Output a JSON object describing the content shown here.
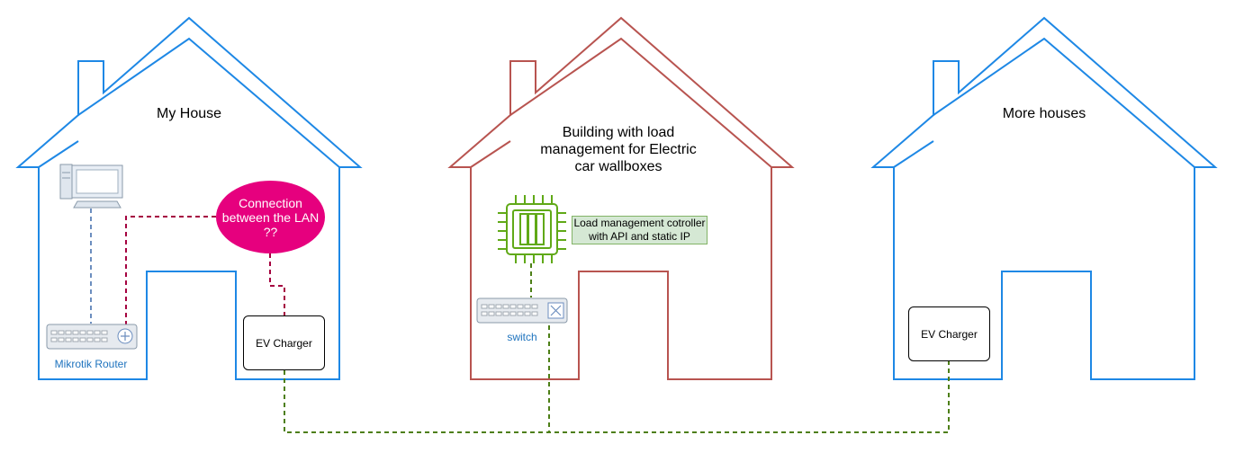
{
  "houses": {
    "left": {
      "title": "My House",
      "color": "#1e88e5"
    },
    "middle": {
      "title_lines": [
        "Building with load",
        "management for Electric",
        "car wallboxes"
      ],
      "color": "#b85450"
    },
    "right": {
      "title": "More houses",
      "color": "#1e88e5"
    }
  },
  "devices": {
    "router_label": "Mikrotik Router",
    "switch_label": "switch",
    "ev_charger_left": "EV Charger",
    "ev_charger_right": "EV Charger",
    "pc_icon": "desktop-computer-icon",
    "controller_icon": "processor-chip-icon"
  },
  "cloud": {
    "lines": [
      "Connection",
      "between the LAN",
      "??"
    ],
    "color": "#e6007e"
  },
  "note": {
    "lines": [
      "Load management cotroller",
      "with API and static IP"
    ]
  },
  "link_colors": {
    "lan_left": "#6c8ebf",
    "unknown": "#a50040",
    "green": "#4d7f17",
    "controller": "#60a917"
  }
}
